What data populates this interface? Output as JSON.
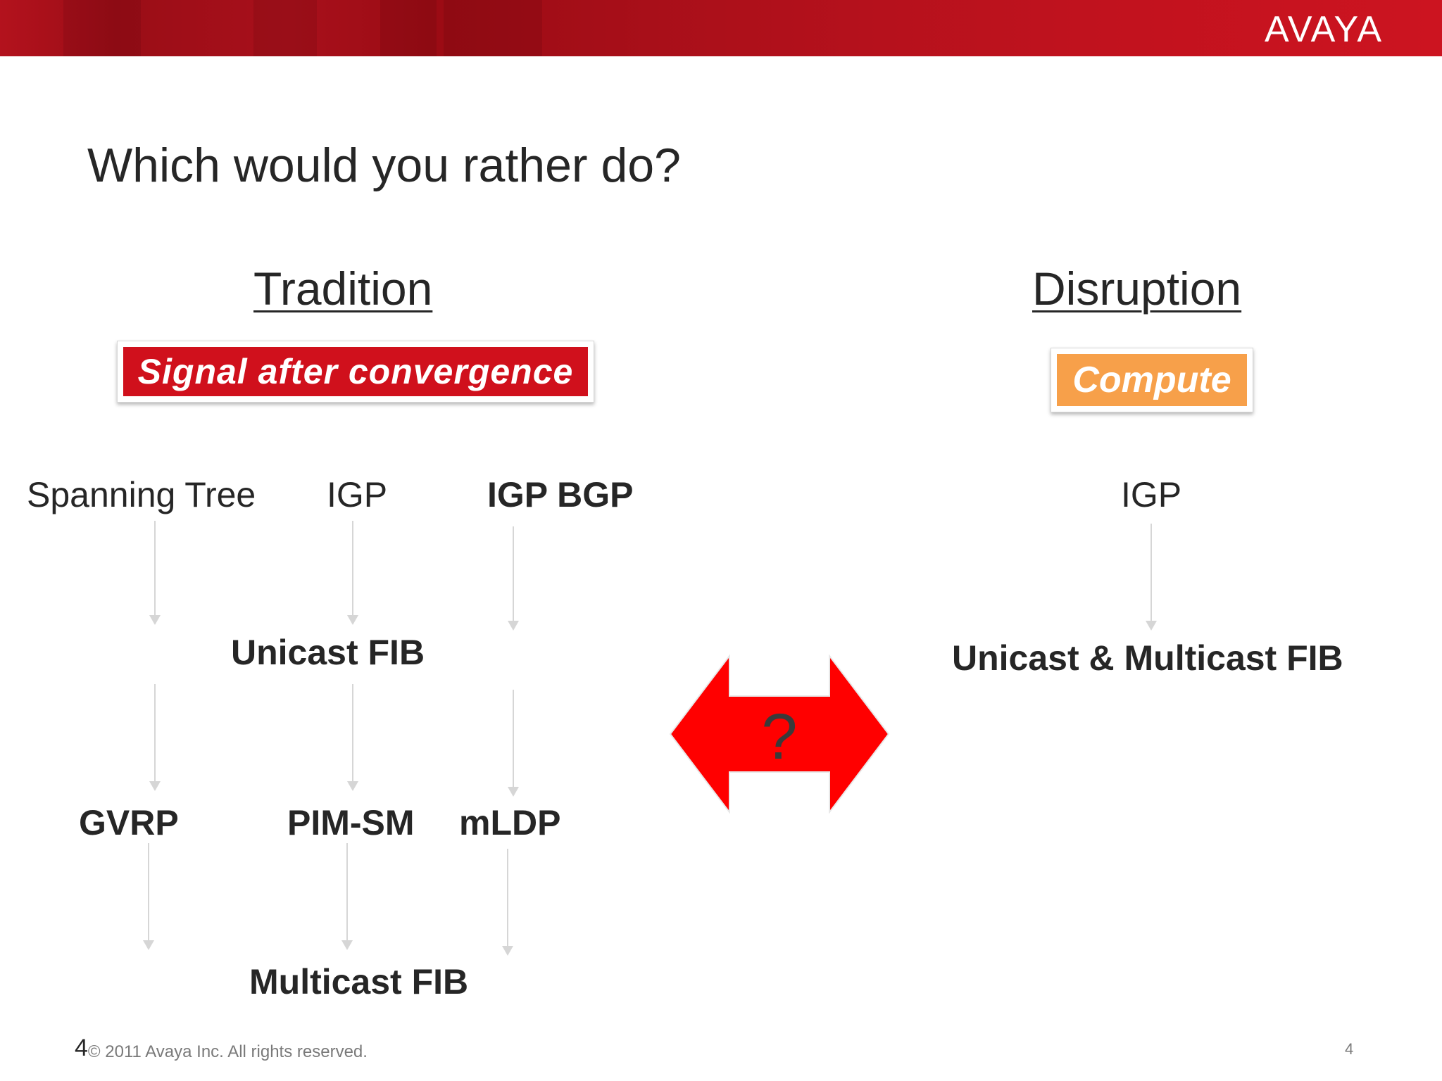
{
  "header": {
    "logo_text": "AVAYA",
    "brand_color": "#c8131f"
  },
  "slide": {
    "title": "Which would you rather do?"
  },
  "tradition": {
    "heading": "Tradition",
    "badge_label": "Signal after convergence",
    "badge_color": "#d0101c",
    "row1": [
      "Spanning Tree",
      "IGP",
      "IGP BGP"
    ],
    "row2": "Unicast FIB",
    "row3": [
      "GVRP",
      "PIM-SM",
      "mLDP"
    ],
    "row4": "Multicast FIB"
  },
  "versus": {
    "symbol": "?",
    "arrow_color": "#ff0000"
  },
  "disruption": {
    "heading": "Disruption",
    "badge_label": "Compute",
    "badge_color": "#f7a04a",
    "row1": "IGP",
    "row2": "Unicast & Multicast FIB"
  },
  "footer": {
    "slide_number_left": "4",
    "copyright": "© 2011 Avaya Inc. All rights reserved.",
    "page_number": "4"
  }
}
